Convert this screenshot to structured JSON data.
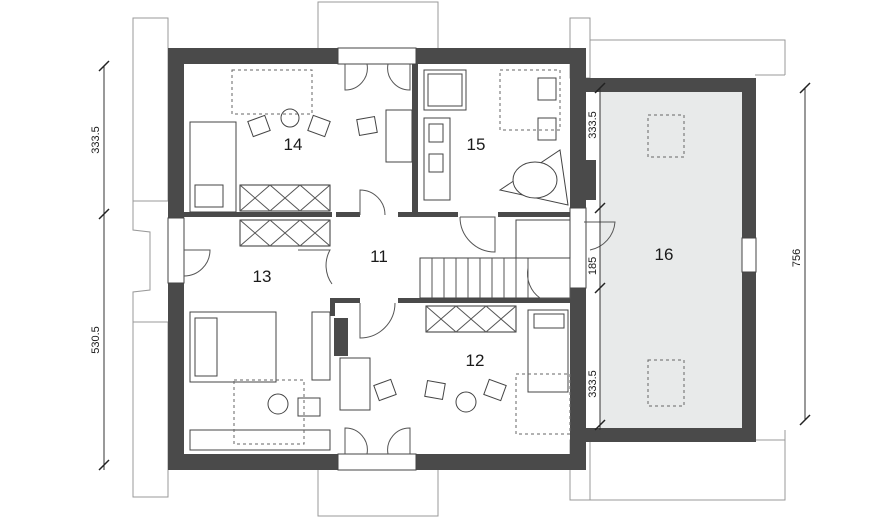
{
  "rooms": {
    "r11": "11",
    "r12": "12",
    "r13": "13",
    "r14": "14",
    "r15": "15",
    "r16": "16"
  },
  "dimensions": {
    "left_top": "333.5",
    "left_bottom": "530.5",
    "right_overall": "756",
    "inner_top": "333.5",
    "inner_mid": "185",
    "inner_bottom": "333.5"
  },
  "colors": {
    "wall": "#4a4a4a",
    "garage_floor": "#e8eaea"
  }
}
